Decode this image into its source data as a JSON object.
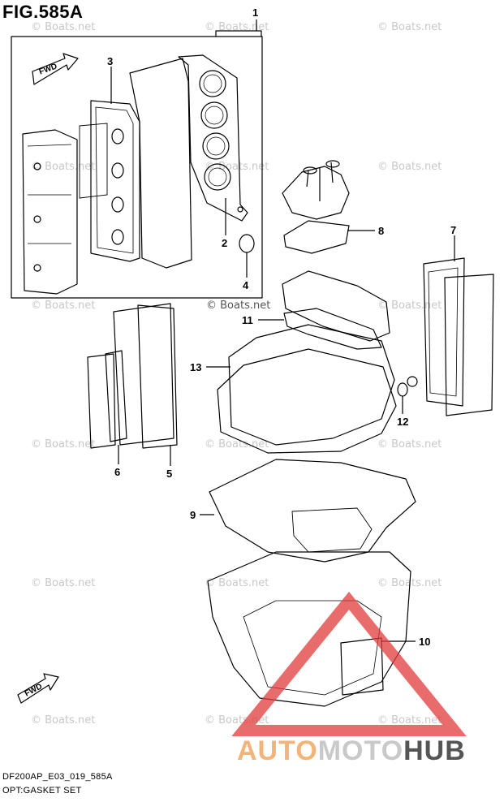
{
  "figure": {
    "title": "FIG.585A"
  },
  "fwd_label": "FWD",
  "callouts": [
    {
      "id": "1",
      "text": "1"
    },
    {
      "id": "2",
      "text": "2"
    },
    {
      "id": "3",
      "text": "3"
    },
    {
      "id": "4",
      "text": "4"
    },
    {
      "id": "5",
      "text": "5"
    },
    {
      "id": "6",
      "text": "6"
    },
    {
      "id": "7",
      "text": "7"
    },
    {
      "id": "8",
      "text": "8"
    },
    {
      "id": "9",
      "text": "9"
    },
    {
      "id": "10",
      "text": "10"
    },
    {
      "id": "11",
      "text": "11"
    },
    {
      "id": "12",
      "text": "12"
    },
    {
      "id": "13",
      "text": "13"
    }
  ],
  "watermark": "© Boats.net",
  "footer": {
    "code": "DF200AP_E03_019_585A",
    "caption": "OPT:GASKET SET"
  },
  "logo": {
    "part1": "AUTO",
    "part2": "MOTO",
    "part3": "HUB",
    "color_auto": "#f3b47a",
    "color_moto": "#c9c9c9",
    "color_hub": "#555555",
    "triangle_color": "#e23b3b"
  }
}
